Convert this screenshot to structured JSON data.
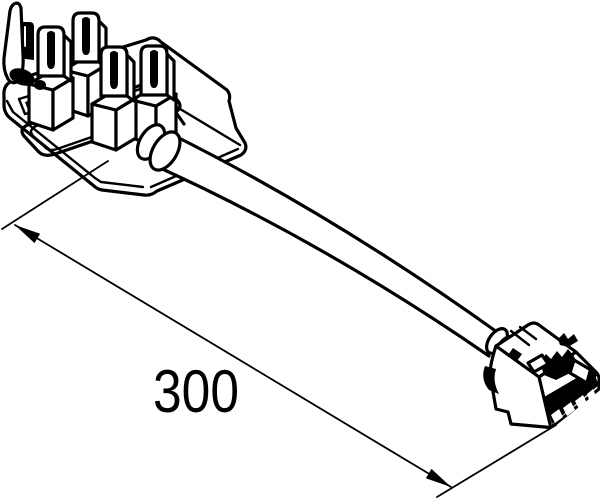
{
  "illustration": {
    "kind": "isometric technical line drawing",
    "subject": "cable assembly with multi-pin angled connector, round cable and small latched plug",
    "line_color": "#000000",
    "background_color": "#ffffff",
    "dimension": {
      "label": "300"
    },
    "parts": {
      "large_connector": "multi-pin connector with fork terminals and release lever",
      "cable": "round cable",
      "small_connector": "latched plug housing with contact cavities"
    }
  }
}
